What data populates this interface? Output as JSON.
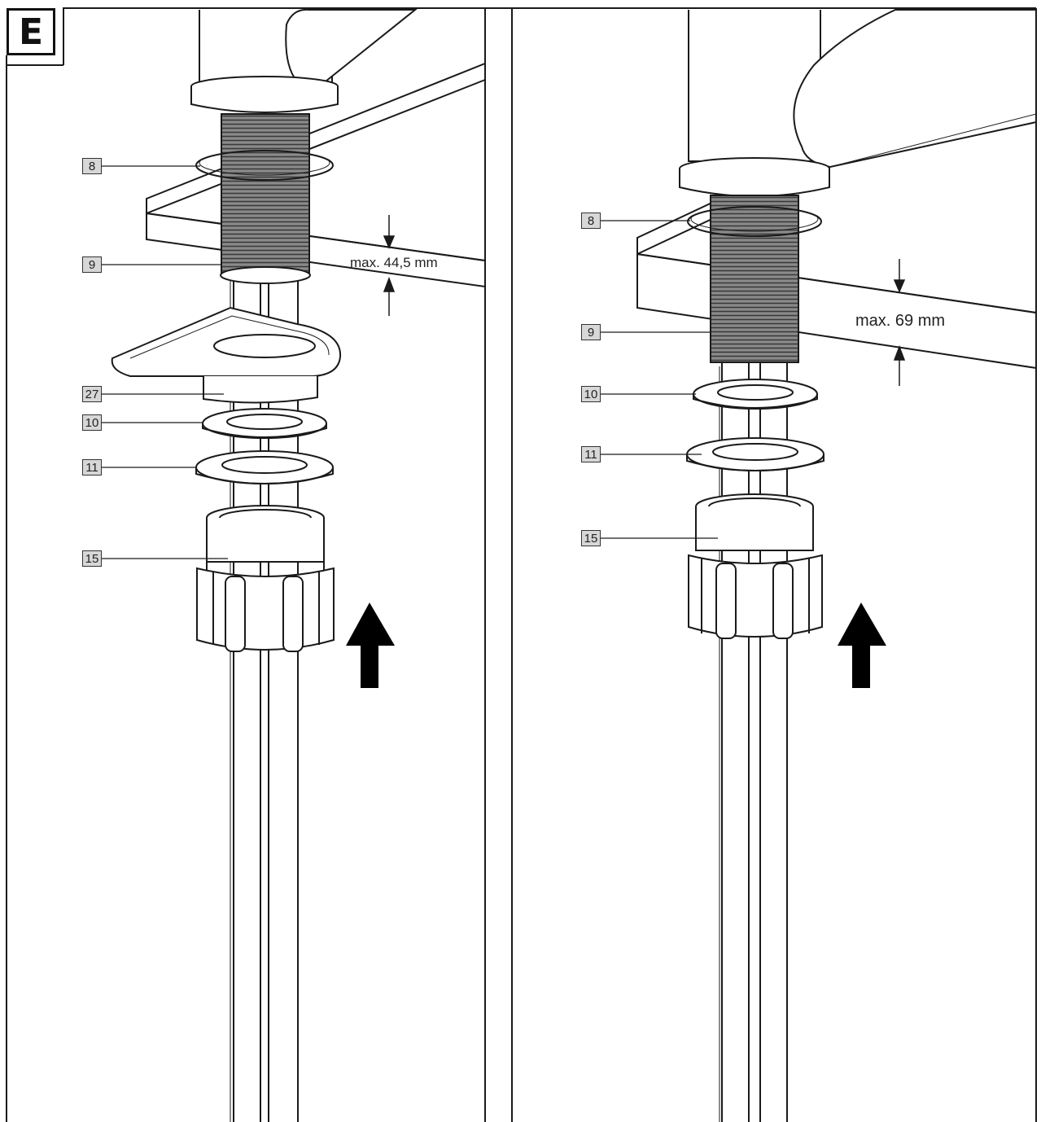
{
  "section": {
    "letter": "E"
  },
  "panels": [
    {
      "id": "left",
      "dimension": "max. 44,5 mm",
      "callouts": [
        "8",
        "9",
        "27",
        "10",
        "11",
        "15"
      ]
    },
    {
      "id": "right",
      "dimension": "max. 69 mm",
      "callouts": [
        "8",
        "9",
        "10",
        "11",
        "15"
      ]
    }
  ],
  "colors": {
    "line": "#1a1a1a",
    "thread": "#6e6e6e",
    "callout_fill": "#d7d7d7",
    "arrow": "#000000"
  }
}
